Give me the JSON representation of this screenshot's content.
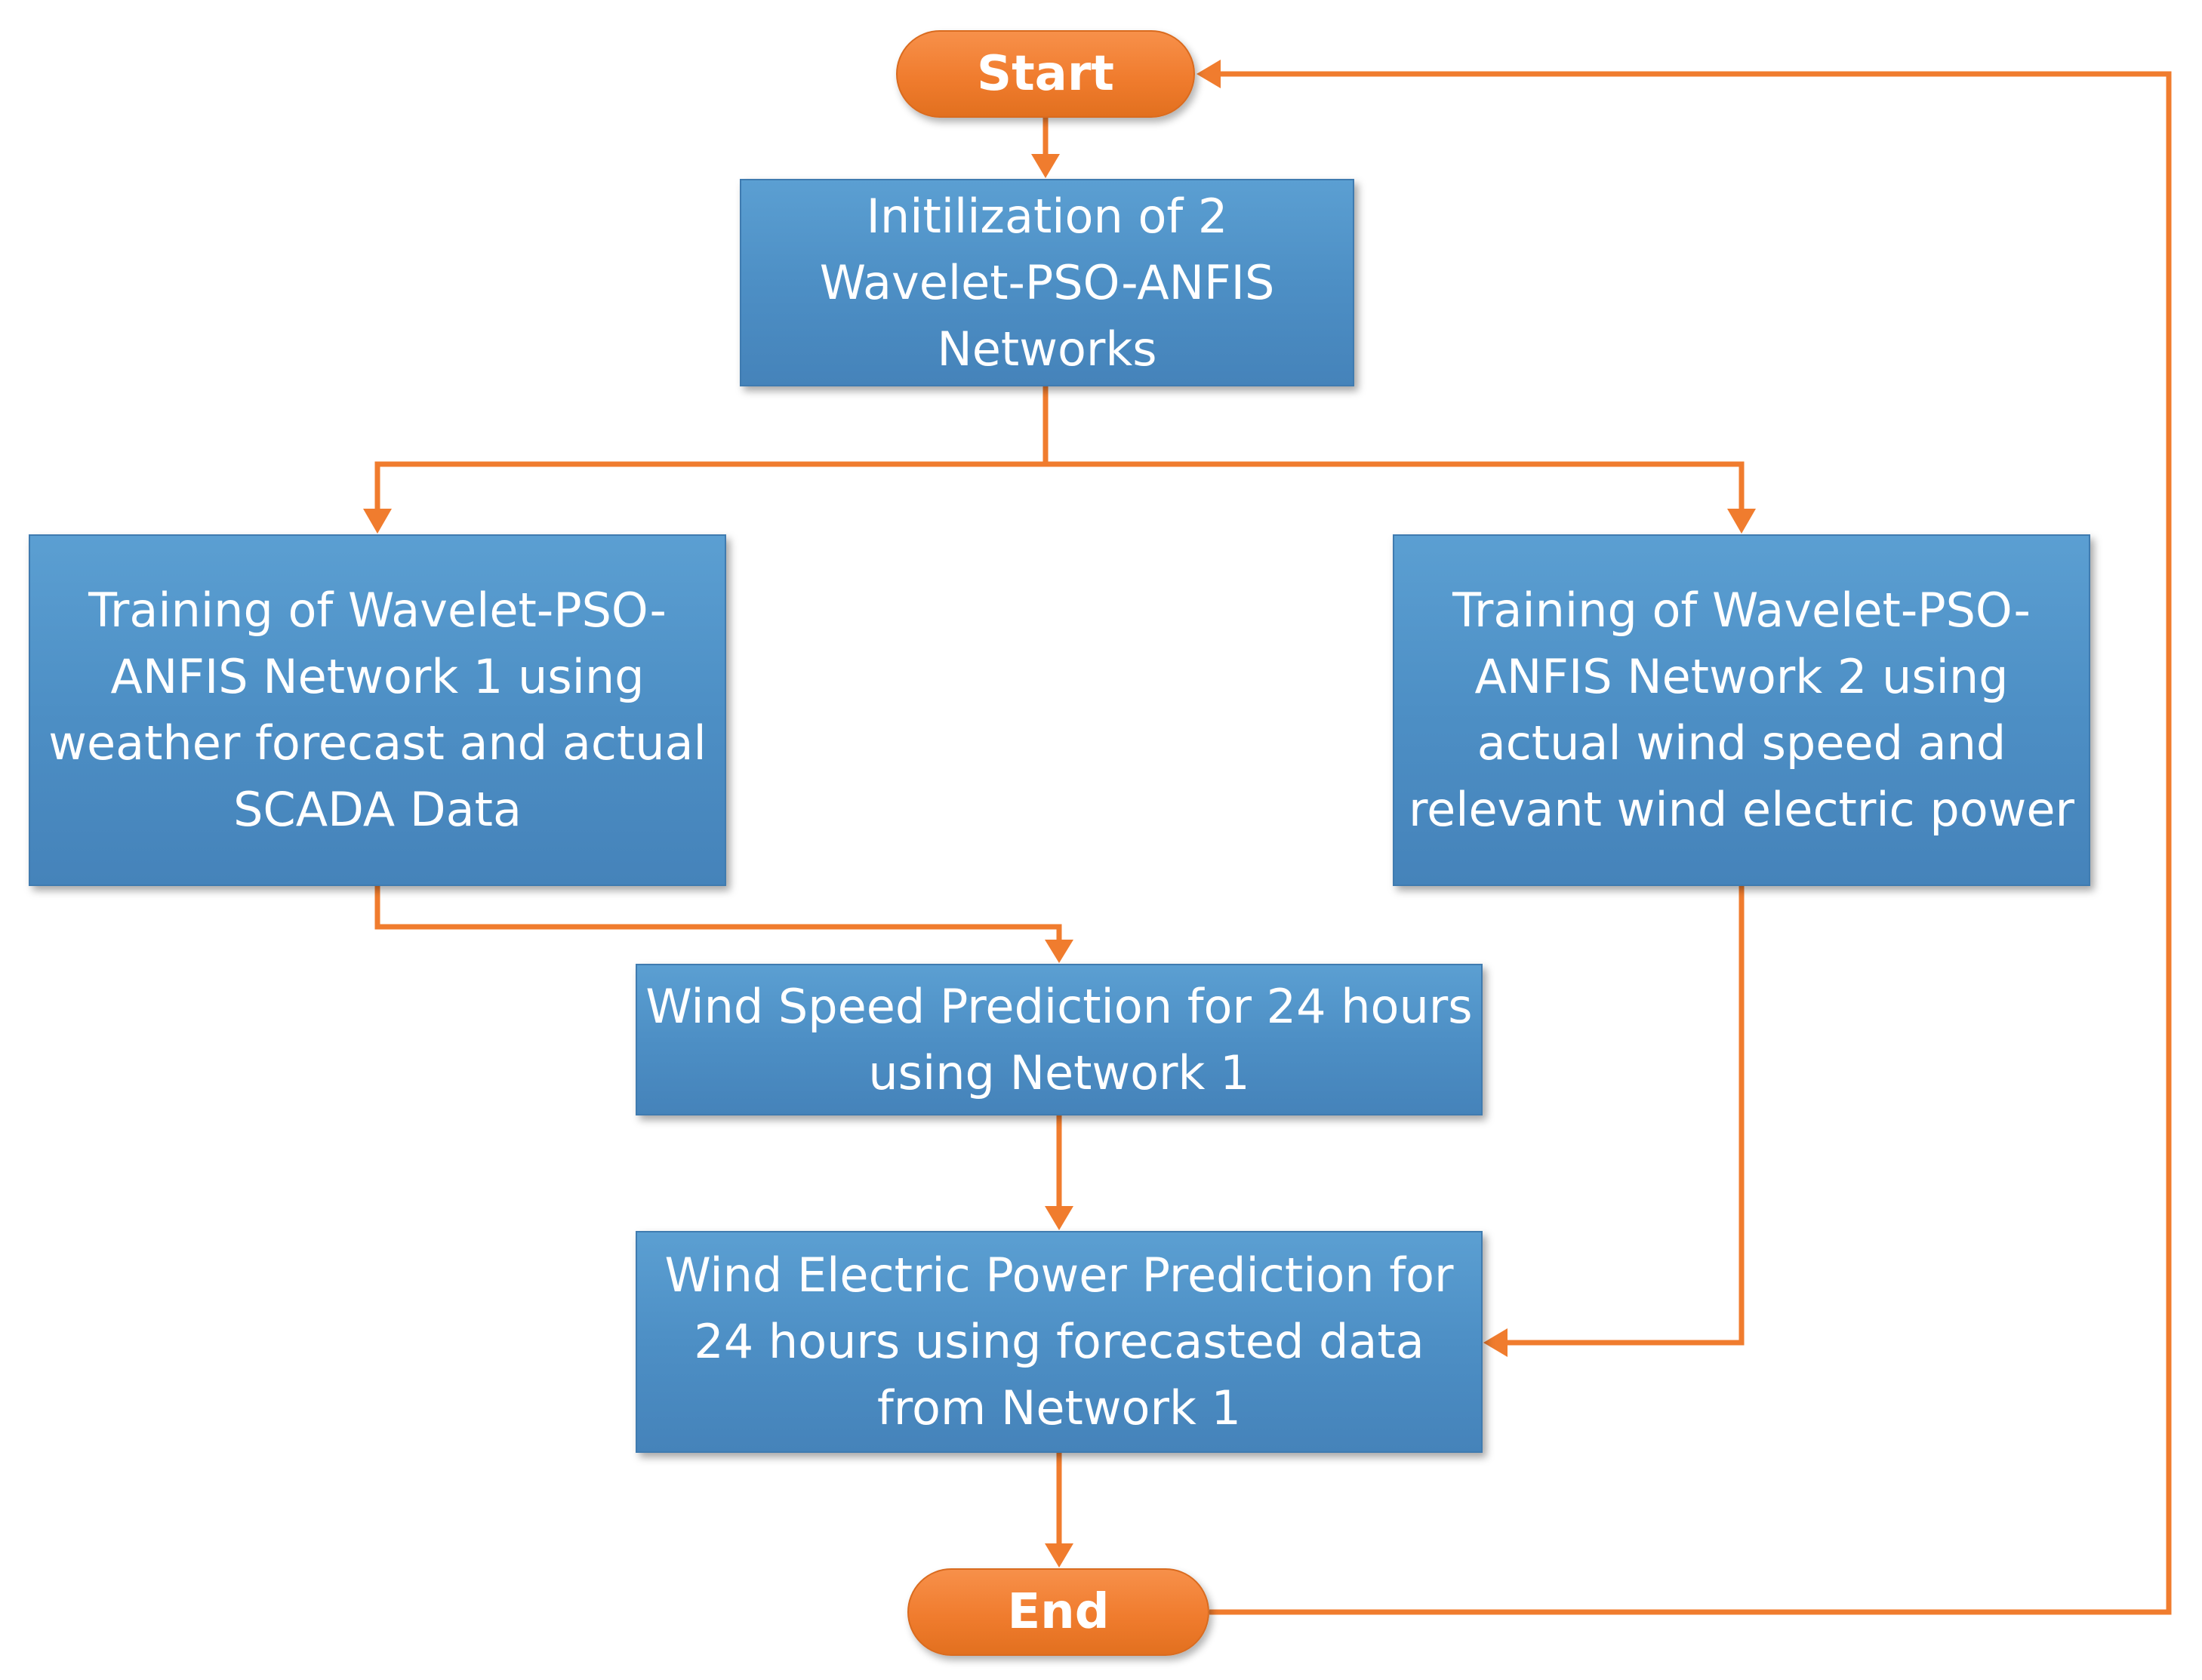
{
  "nodes": {
    "start": "Start",
    "init": "Initilization of 2 Wavelet-PSO-ANFIS Networks",
    "train1": "Training of Wavelet-PSO-ANFIS Network 1 using weather forecast and actual SCADA Data",
    "train2": "Training of Wavelet-PSO-ANFIS Network 2 using actual wind speed and relevant wind electric power",
    "wind_speed_prediction": "Wind Speed Prediction for 24 hours using Network 1",
    "wind_power_prediction": "Wind Electric Power Prediction for 24 hours using forecasted data from Network 1",
    "end": "End"
  },
  "colors": {
    "process_fill": "#4d8fc5",
    "terminal_fill": "#f07c2e",
    "connector": "#f07c2e",
    "text": "#ffffff"
  }
}
